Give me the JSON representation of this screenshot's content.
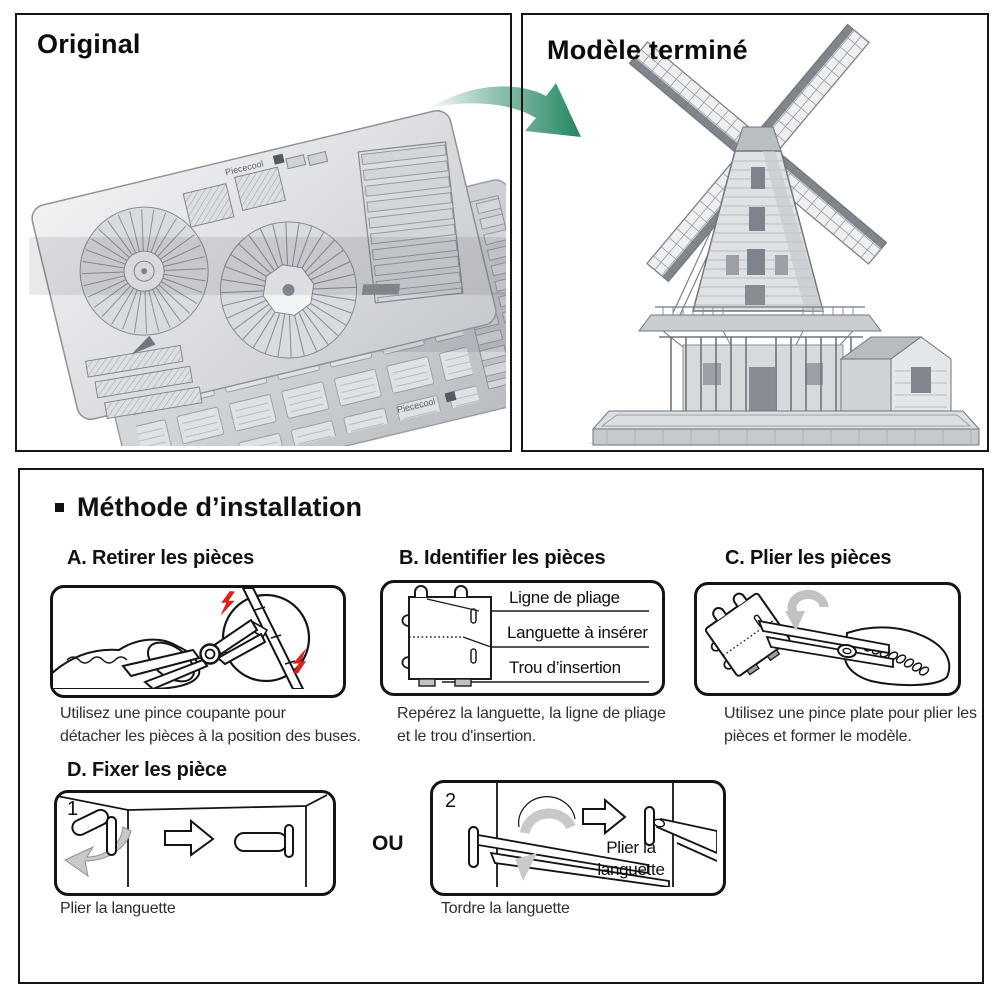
{
  "panels": {
    "original": {
      "title": "Original",
      "brand": "Piececool"
    },
    "finished": {
      "title": "Modèle terminé"
    }
  },
  "accent_green": "#2e8c6b",
  "installation": {
    "title": "Méthode d’installation",
    "steps": {
      "a": {
        "heading": "A. Retirer les pièces",
        "caption_line1": "Utilisez une pince coupante pour",
        "caption_line2": "détacher les pièces à la position des buses."
      },
      "b": {
        "heading": "B. Identifier les pièces",
        "labels": {
          "fold_line": "Ligne de pliage",
          "tab": "Languette à insérer",
          "hole": "Trou d’insertion"
        },
        "caption_line1": "Repérez la languette, la ligne de pliage",
        "caption_line2": "et le trou d'insertion."
      },
      "c": {
        "heading": "C. Plier les pièces",
        "caption_line1": "Utilisez une pince plate pour plier les",
        "caption_line2": "pièces et former le modèle."
      },
      "d": {
        "heading": "D. Fixer les pièce",
        "option1": {
          "number": "1",
          "caption": "Plier la languette"
        },
        "or_label": "OU",
        "option2": {
          "number": "2",
          "inner_line1": "Plier la",
          "inner_line2": "languette",
          "caption": "Tordre la languette"
        }
      }
    }
  }
}
